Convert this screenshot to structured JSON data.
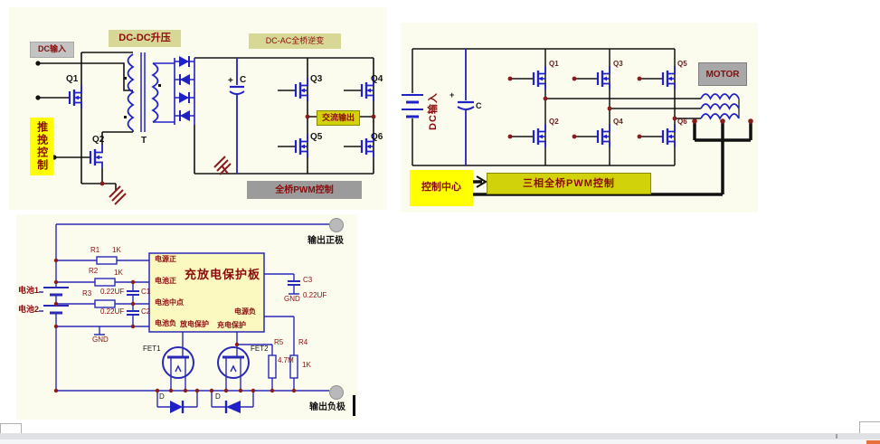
{
  "colors": {
    "page_bg": "#ffffff",
    "panel_bg": "#fcfcee",
    "wire_black": "#111111",
    "component_blue": "#2121c8",
    "label_red": "#8b0b0b",
    "junction_red": "#8b1a1a",
    "highlight_yellow": "#ffff00",
    "khaki": "#d8d896",
    "olive_yellow": "#d2d20a",
    "gray_block": "#9b9b9b",
    "light_gray_block": "#c3c3c3",
    "terminal_gray": "#b9b9b9"
  },
  "inverter": {
    "blocks": {
      "dc_input": "DC输入",
      "dcdc_boost": "DC-DC升压",
      "dcac_bridge": "DC-AC全桥逆变",
      "push_pull": "推挽控制",
      "ac_output": "交流输出",
      "pwm_control": "全桥PWM控制"
    },
    "refs": {
      "q1": "Q1",
      "q2": "Q2",
      "t": "T",
      "plus": "+",
      "c": "C",
      "q3": "Q3",
      "q4": "Q4",
      "q5": "Q5",
      "q6": "Q6"
    }
  },
  "motor_drive": {
    "blocks": {
      "motor": "MOTOR",
      "control_center": "控制中心",
      "pwm": "三相全桥PWM控制"
    },
    "dc_input": "DC输入",
    "refs": {
      "plus": "+",
      "c": "C",
      "q1": "Q1",
      "q2": "Q2",
      "q3": "Q3",
      "q4": "Q4",
      "q5": "Q5",
      "q6": "Q6"
    }
  },
  "protection": {
    "board_title": "充放电保护板",
    "pins": {
      "power_pos": "电源正",
      "batt_pos": "电池正",
      "batt_mid": "电池中点",
      "batt_neg": "电池负",
      "discharge": "放电保护",
      "charge": "充电保护",
      "power_neg": "电源负"
    },
    "labels": {
      "output_pos": "输出正极",
      "output_neg": "输出负极",
      "batt1": "电池1",
      "batt2": "电池2",
      "gnd1": "GND",
      "gnd2": "GND"
    },
    "refs": {
      "r1": "R1",
      "r1_val": "1K",
      "r2": "R2",
      "r2_val": "1K",
      "r3": "R3",
      "c1": "C1",
      "c1_val": "0.22UF",
      "c2": "C2",
      "c2_val": "0.22UF",
      "c3": "C3",
      "c3_val": "0.22UF",
      "fet1": "FET1",
      "fet2": "FET2",
      "r5": "R5",
      "r5_val": "4.7M",
      "r4": "R4",
      "r4_val": "1K",
      "d1": "D",
      "d2": "D"
    }
  }
}
